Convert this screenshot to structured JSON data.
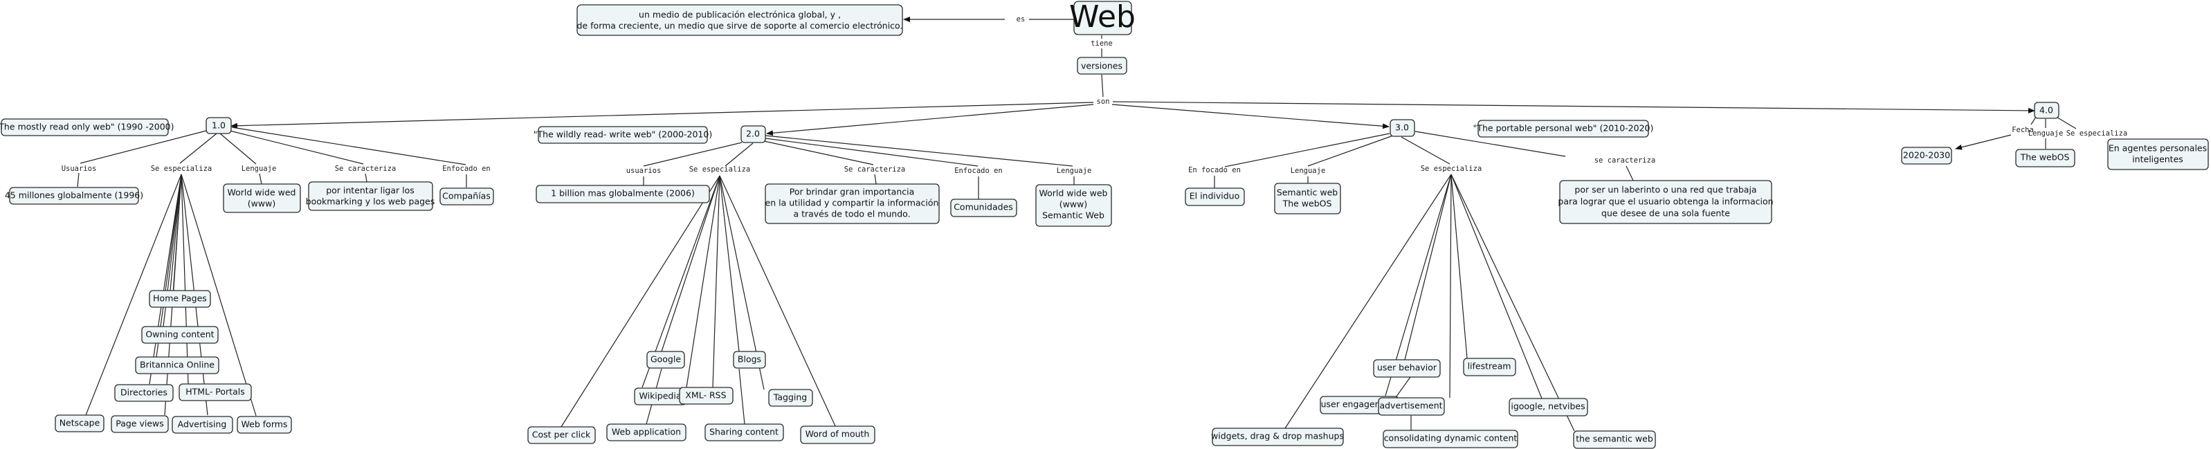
{
  "root": "Web",
  "nodes": {
    "web": "Web",
    "def1": "un medio de publicación electrónica global, y ,",
    "def2": "de forma creciente, un medio que sirve de soporte al comercio electrónico.",
    "versiones": "versiones",
    "v1": "1.0",
    "v2": "2.0",
    "v3": "3.0",
    "v4": "4.0",
    "v1_name": "\"The mostly read only web\" (1990 -2000)",
    "v2_name": "\"The wildly read- write web\" (2000-2010)",
    "v3_name": "\"The portable personal web\" (2010-2020)",
    "v1_users": "45 millones globalmente (1996)",
    "v1_lang1": "World wide wed",
    "v1_lang2": "(www)",
    "v1_char1": "por intentar ligar los",
    "v1_char2": "bookmarking y los web pages",
    "v1_focus": "Compañías",
    "v1_home": "Home Pages",
    "v1_owning": "Owning content",
    "v1_brit": "Britannica Online",
    "v1_dirs": "Directories",
    "v1_html": "HTML- Portals",
    "v1_netscape": "Netscape",
    "v1_pageviews": "Page views",
    "v1_adv": "Advertising",
    "v1_forms": "Web forms",
    "v2_users": "1 billion mas globalmente (2006)",
    "v2_char1": "Por brindar gran importancia",
    "v2_char2": "en la utilidad y compartir la información",
    "v2_char3": "a través de todo el mundo.",
    "v2_focus": "Comunidades",
    "v2_lang1": "World wide web",
    "v2_lang2": "(www)",
    "v2_lang3": "Semantic Web",
    "v2_google": "Google",
    "v2_blogs": "Blogs",
    "v2_wiki": "Wikipedia",
    "v2_xml": "XML- RSS",
    "v2_tagging": "Tagging",
    "v2_cpc": "Cost per click",
    "v2_webapp": "Web application",
    "v2_sharing": "Sharing content",
    "v2_wom": "Word of mouth",
    "v3_focus": "El individuo",
    "v3_lang1": "Semantic web",
    "v3_lang2": "The webOS",
    "v3_char1": "por ser un laberinto o una red que trabaja",
    "v3_char2": "para lograr que el usuario obtenga la informacion",
    "v3_char3": "que desee de una sola fuente",
    "v3_behavior": "user behavior",
    "v3_lifestream": "lifestream",
    "v3_engagement": "user engagement",
    "v3_advertisement": "advertisement",
    "v3_igoogle": "igoogle, netvibes",
    "v3_widgets": "widgets, drag & drop mashups",
    "v3_consol": "consolidating dynamic content",
    "v3_semantic": "the semantic web",
    "v4_date": "2020-2030",
    "v4_lang": "The webOS",
    "v4_spec1": "En agentes personales",
    "v4_spec2": "inteligentes"
  },
  "links": {
    "es": "es",
    "tiene": "tiene",
    "son": "son",
    "usuarios": "Usuarios",
    "usuarios2": "usuarios",
    "se_especializa": "Se especializa",
    "se_especializa_lc": "Se especializa",
    "se_especializa_v4": "Se especializa",
    "lenguaje": "Lenguaje",
    "lenguaje2": "Lenguaje",
    "lenguaje3": "Lenguaje",
    "lenguaje4": "Lenguaje",
    "se_caracteriza": "Se caracteriza",
    "se_caracteriza2": "Se caracteriza",
    "se_caracteriza3": "se caracteriza",
    "enfocado1": "Enfocado en",
    "enfocado2": "Enfocado en",
    "enfocado3": "En focado en",
    "fecha": "Fecha"
  }
}
